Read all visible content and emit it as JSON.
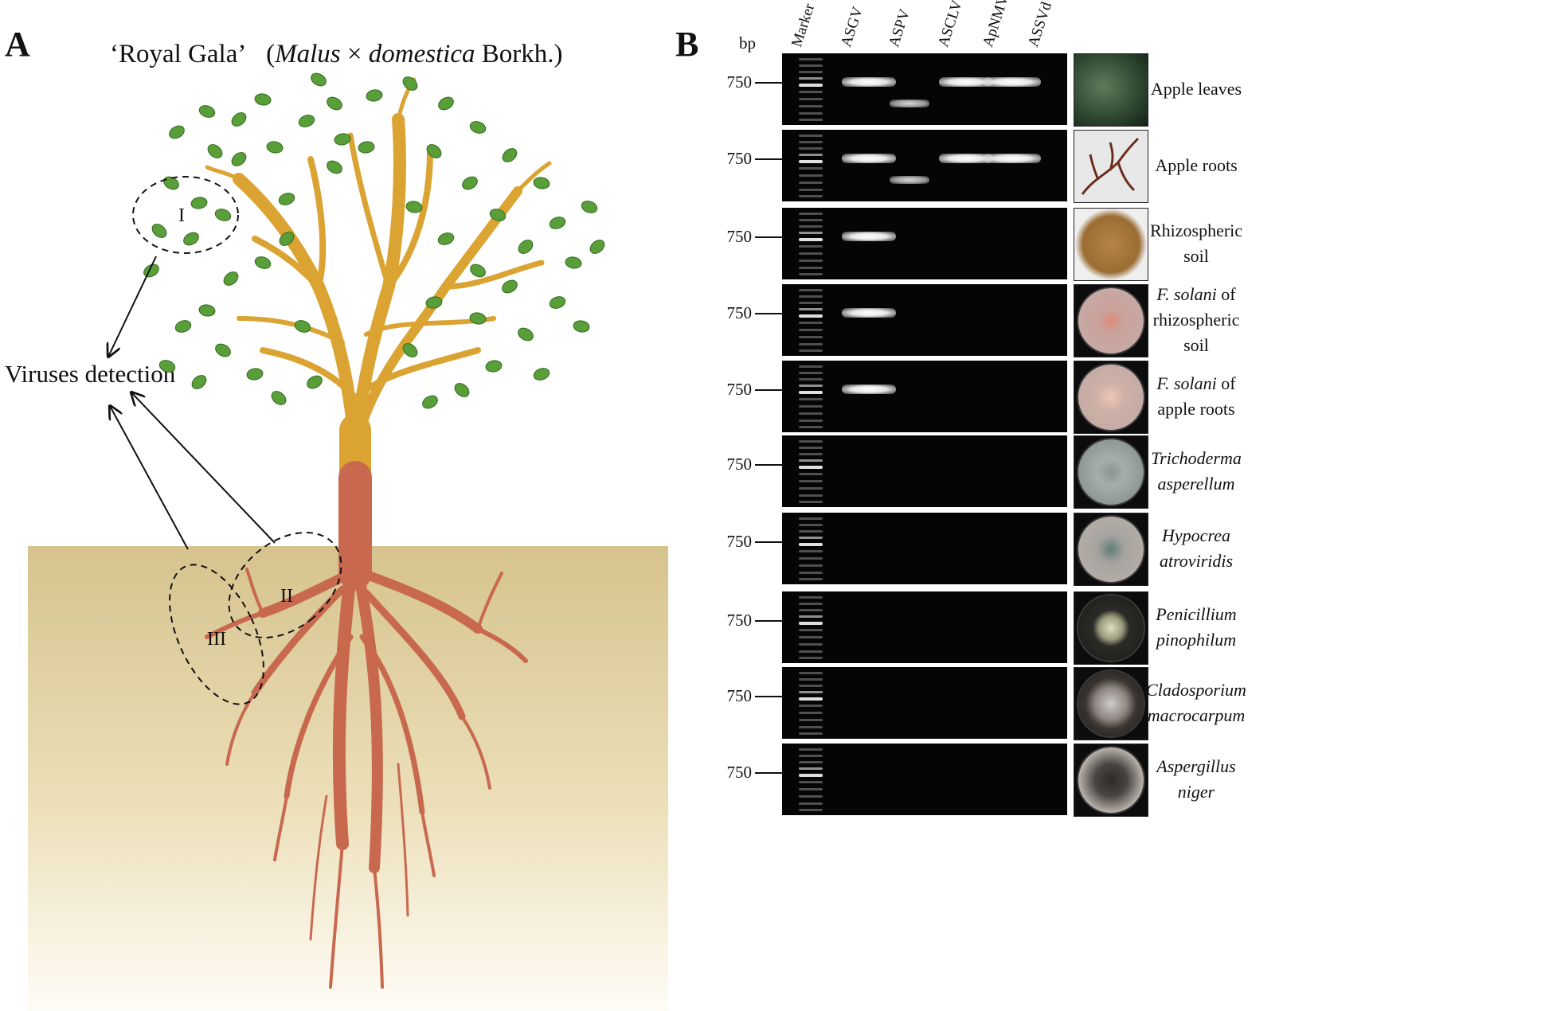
{
  "panelA": {
    "letter": "A",
    "title_prefix": "‘Royal Gala’",
    "title_italic_1": "Malus",
    "title_times": "×",
    "title_italic_2": "domestica",
    "title_suffix": "Borkh.)",
    "title_open": "(",
    "detection_label": "Viruses detection",
    "regions": [
      "I",
      "II",
      "III"
    ],
    "colors": {
      "leaf": "#5a9e3a",
      "trunk": "#d9a530",
      "root": "#c8694f",
      "soil_top": "#d4c08a",
      "soil_bottom": "#fbf8ee"
    }
  },
  "panelB": {
    "letter": "B",
    "bp_label": "bp",
    "columns": [
      "Marker",
      "ASGV",
      "ASPV",
      "ASCLV",
      "ApNMV",
      "ASSVd"
    ],
    "rows": [
      {
        "size": "750",
        "bands": [
          1,
          1,
          0,
          1,
          1,
          0
        ],
        "low_band": [
          0,
          0,
          1,
          0,
          0,
          0
        ],
        "label": [
          {
            "t": "Apple leaves",
            "i": false
          }
        ]
      },
      {
        "size": "750",
        "bands": [
          1,
          1,
          0,
          1,
          1,
          0
        ],
        "low_band": [
          0,
          0,
          1,
          0,
          0,
          0
        ],
        "label": [
          {
            "t": "Apple roots",
            "i": false
          }
        ]
      },
      {
        "size": "750",
        "bands": [
          1,
          1,
          0,
          0,
          0,
          0
        ],
        "low_band": [
          0,
          0,
          0,
          0,
          0,
          0
        ],
        "label": [
          {
            "t": "Rhizospheric",
            "i": false
          },
          {
            "t": "soil",
            "i": false
          }
        ]
      },
      {
        "size": "750",
        "bands": [
          1,
          1,
          0,
          0,
          0,
          0
        ],
        "low_band": [
          0,
          0,
          0,
          0,
          0,
          0
        ],
        "label": [
          {
            "t": "F. solani",
            "i": true,
            "s": " of"
          },
          {
            "t": "rhizospheric",
            "i": false
          },
          {
            "t": "soil",
            "i": false
          }
        ]
      },
      {
        "size": "750",
        "bands": [
          1,
          1,
          0,
          0,
          0,
          0
        ],
        "low_band": [
          0,
          0,
          0,
          0,
          0,
          0
        ],
        "label": [
          {
            "t": "F. solani",
            "i": true,
            "s": " of"
          },
          {
            "t": "apple  roots",
            "i": false
          }
        ]
      },
      {
        "size": "750",
        "bands": [
          1,
          0,
          0,
          0,
          0,
          0
        ],
        "low_band": [
          0,
          0,
          0,
          0,
          0,
          0
        ],
        "label": [
          {
            "t": "Trichoderma",
            "i": true
          },
          {
            "t": "asperellum",
            "i": true
          }
        ]
      },
      {
        "size": "750",
        "bands": [
          1,
          0,
          0,
          0,
          0,
          0
        ],
        "low_band": [
          0,
          0,
          0,
          0,
          0,
          0
        ],
        "label": [
          {
            "t": "Hypocrea",
            "i": true
          },
          {
            "t": "atroviridis",
            "i": true
          }
        ]
      },
      {
        "size": "750",
        "bands": [
          1,
          0,
          0,
          0,
          0,
          0
        ],
        "low_band": [
          0,
          0,
          0,
          0,
          0,
          0
        ],
        "label": [
          {
            "t": "Penicillium",
            "i": true
          },
          {
            "t": "pinophilum",
            "i": true
          }
        ]
      },
      {
        "size": "750",
        "bands": [
          1,
          0,
          0,
          0,
          0,
          0
        ],
        "low_band": [
          0,
          0,
          0,
          0,
          0,
          0
        ],
        "label": [
          {
            "t": "Cladosporium",
            "i": true
          },
          {
            "t": "macrocarpum",
            "i": true
          }
        ]
      },
      {
        "size": "750",
        "bands": [
          1,
          0,
          0,
          0,
          0,
          0
        ],
        "low_band": [
          0,
          0,
          0,
          0,
          0,
          0
        ],
        "label": [
          {
            "t": "Aspergillus",
            "i": true
          },
          {
            "t": "niger",
            "i": true
          }
        ]
      }
    ]
  }
}
